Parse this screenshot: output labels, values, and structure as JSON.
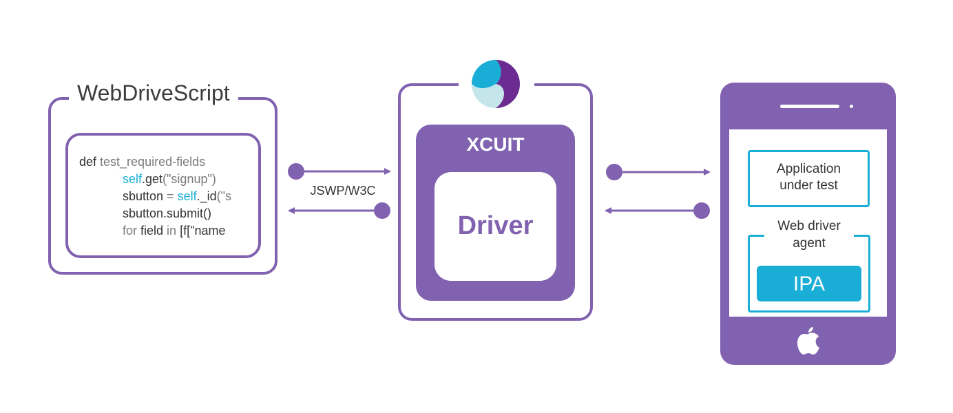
{
  "colors": {
    "purple": "#8162b0",
    "cyan": "#1aaed6",
    "light_cyan": "#c4e6ea",
    "dark_text": "#333333",
    "gray_text": "#7a7a7a"
  },
  "script_panel": {
    "title": "WebDriveScript",
    "code": {
      "line1": {
        "kw": "def",
        "name": " test_required-fields"
      },
      "line2": {
        "self": "self",
        "call": ".get",
        "arg": "(\"signup\")"
      },
      "line3": {
        "var": "sbutton",
        "eq": " = ",
        "self": "self",
        "call": "._id",
        "arg": "(\"s"
      },
      "line4": {
        "text": "sbutton.submit()"
      },
      "line5": {
        "for": "for",
        "field": " field ",
        "in": "in",
        "rest": " [f[\"name"
      }
    }
  },
  "protocol_label": "JSWP/W3C",
  "middle": {
    "logo_icon": "xcuit-logo-icon",
    "xcuit_label": "XCUIT",
    "driver_label": "Driver"
  },
  "device": {
    "app_label_line1": "Application",
    "app_label_line2": "under test",
    "agent_label_line1": "Web driver",
    "agent_label_line2": "agent",
    "ipa_label": "IPA",
    "home_icon": "apple-logo-icon"
  }
}
